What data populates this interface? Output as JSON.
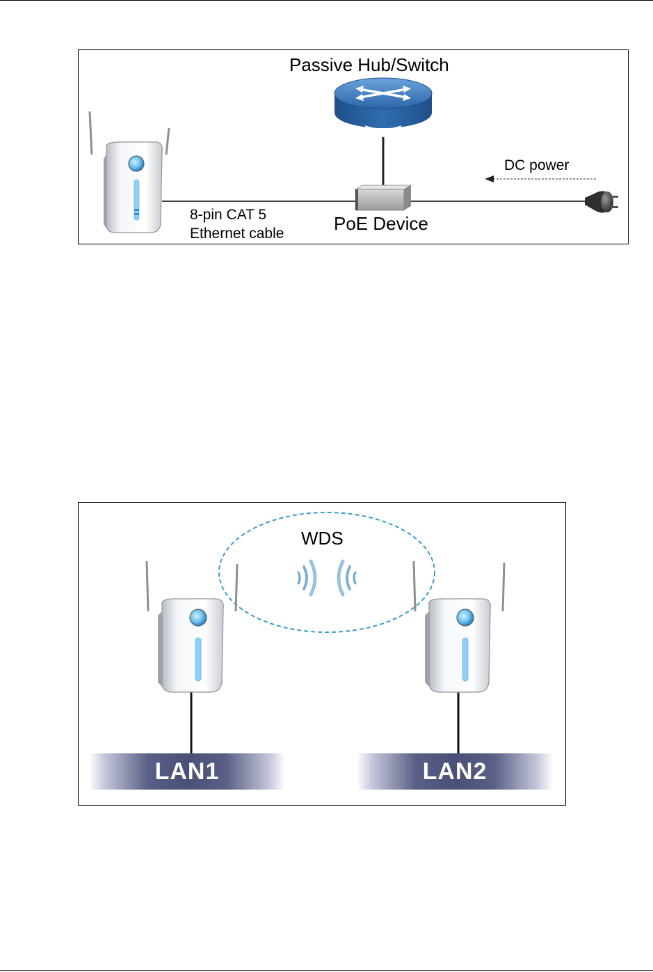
{
  "figure1": {
    "hub_label": "Passive Hub/Switch",
    "dc_power_label": "DC power",
    "cable_label_line1": "8-pin CAT 5",
    "cable_label_line2": "Ethernet cable",
    "poe_label": "PoE Device"
  },
  "figure2": {
    "wds_label": "WDS",
    "lan1_label": "LAN1",
    "lan2_label": "LAN2"
  },
  "colors": {
    "hub_blue": "#2f6db0",
    "wds_dash": "#3a9bc9",
    "lan_band": "#4a4f78",
    "device_accent": "#5fb4e6"
  },
  "icons": [
    "access-point-icon",
    "hub-switch-icon",
    "poe-device-icon",
    "power-plug-icon",
    "wireless-signal-icon"
  ]
}
